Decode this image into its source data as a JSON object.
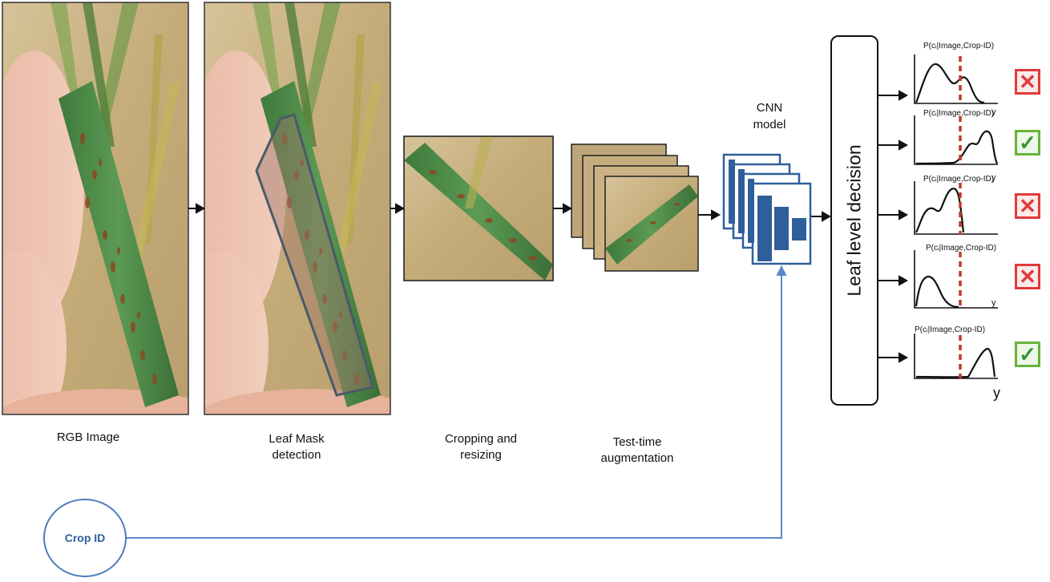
{
  "steps": [
    {
      "caption": "RGB Image"
    },
    {
      "caption_line1": "Leaf Mask",
      "caption_line2": "detection"
    },
    {
      "caption_line1": "Cropping and",
      "caption_line2": "resizing"
    },
    {
      "caption_line1": "Test-time",
      "caption_line2": "augmentation"
    }
  ],
  "cnn": {
    "line1": "CNN",
    "line2": "model"
  },
  "decision": {
    "label": "Leaf level decision"
  },
  "crop_id": {
    "label": "Crop ID"
  },
  "plots": [
    {
      "label": "P(cᵢ|Image,Crop-ID)",
      "result": "reject",
      "y_label": ""
    },
    {
      "label": "P(cᵢ|Image,Crop-ID)",
      "result": "accept",
      "y_label": "y"
    },
    {
      "label": "P(cᵢ|Image,Crop-ID)",
      "result": "reject",
      "y_label": "y"
    },
    {
      "label": "P(cᵢ|Image,Crop-ID)",
      "result": "reject",
      "y_label": "y"
    },
    {
      "label": "P(cᵢ|Image,Crop-ID)",
      "result": "accept",
      "y_label": "y"
    }
  ],
  "colors": {
    "arrow": "#111111",
    "crop_line": "#5b8ac5",
    "cnn_blue": "#2f5f9a",
    "threshold": "#c0392b",
    "leaf_green": "#4f8a4a",
    "background_soil": "#c9b48a"
  },
  "icons": {
    "reject": "red-x-box",
    "accept": "green-check-box"
  }
}
